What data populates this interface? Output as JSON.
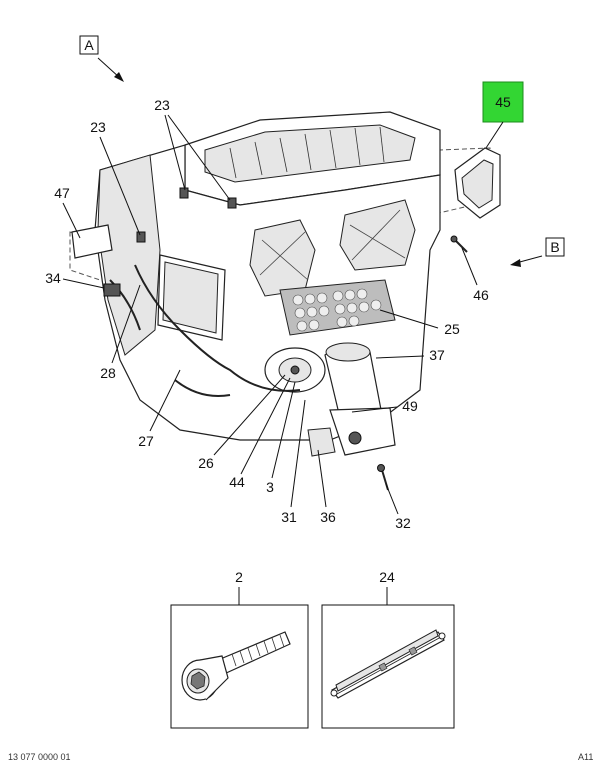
{
  "view_tags": {
    "a": "A",
    "b": "B"
  },
  "highlight_color": "#33d633",
  "callouts": {
    "c45": "45",
    "c23_top": "23",
    "c23_left": "23",
    "c47": "47",
    "c34": "34",
    "c28": "28",
    "c27": "27",
    "c26": "26",
    "c44": "44",
    "c3": "3",
    "c31": "31",
    "c36": "36",
    "c32": "32",
    "c49": "49",
    "c37": "37",
    "c25": "25",
    "c46": "46",
    "c2": "2",
    "c24": "24"
  },
  "footer": {
    "left": "13 077 0000 01",
    "right": "A11"
  }
}
